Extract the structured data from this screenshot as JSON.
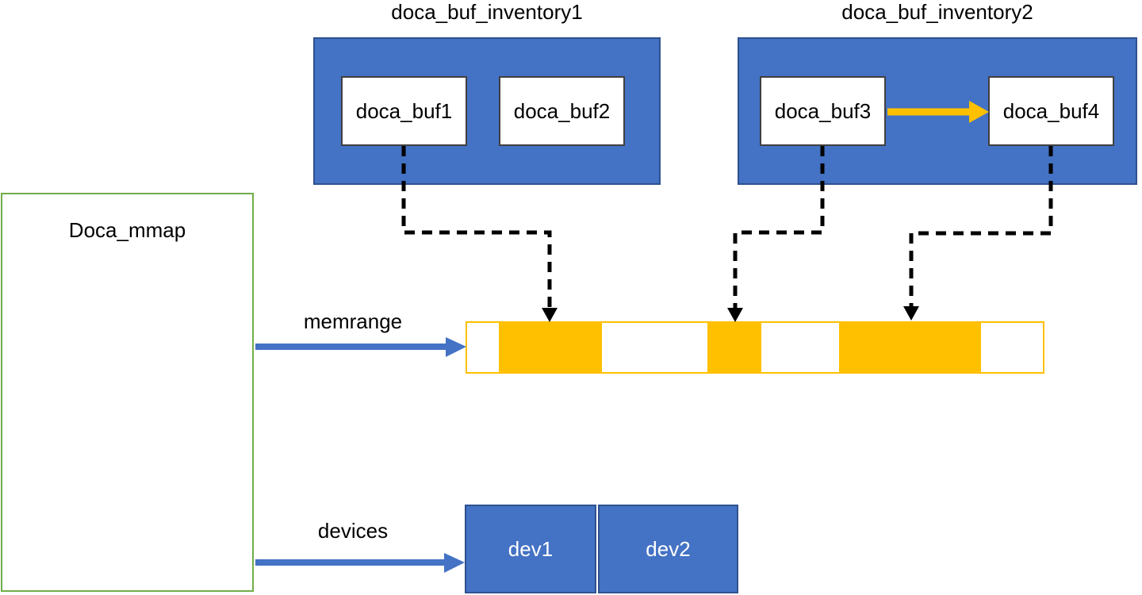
{
  "colors": {
    "blue": "#4472C4",
    "blue_border": "#2F528F",
    "orange": "#FFC000",
    "green": "#70AD47",
    "black": "#000000",
    "white": "#FFFFFF"
  },
  "inventory1": {
    "title": "doca_buf_inventory1",
    "buffers": [
      {
        "label": "doca_buf1"
      },
      {
        "label": "doca_buf2"
      }
    ]
  },
  "inventory2": {
    "title": "doca_buf_inventory2",
    "buffers": [
      {
        "label": "doca_buf3"
      },
      {
        "label": "doca_buf4"
      }
    ],
    "internal_arrow": {
      "from": "doca_buf3",
      "to": "doca_buf4",
      "color": "#FFC000"
    }
  },
  "mmap": {
    "label": "Doca_mmap"
  },
  "memrange": {
    "label": "memrange",
    "segments": [
      {
        "color": "white",
        "width": 40
      },
      {
        "color": "orange",
        "width": 131
      },
      {
        "color": "white",
        "width": 134
      },
      {
        "color": "orange",
        "width": 68
      },
      {
        "color": "white",
        "width": 99
      },
      {
        "color": "orange",
        "width": 180
      },
      {
        "color": "white",
        "width": 78
      }
    ]
  },
  "devices": {
    "label": "devices",
    "items": [
      {
        "label": "dev1"
      },
      {
        "label": "dev2"
      }
    ]
  },
  "connections": [
    {
      "from": "doca_buf1",
      "to": "memrange",
      "style": "dashed"
    },
    {
      "from": "doca_buf3",
      "to": "memrange",
      "style": "dashed"
    },
    {
      "from": "doca_buf4",
      "to": "memrange",
      "style": "dashed"
    },
    {
      "from": "Doca_mmap",
      "to": "memrange",
      "style": "solid-blue"
    },
    {
      "from": "Doca_mmap",
      "to": "devices",
      "style": "solid-blue"
    }
  ]
}
